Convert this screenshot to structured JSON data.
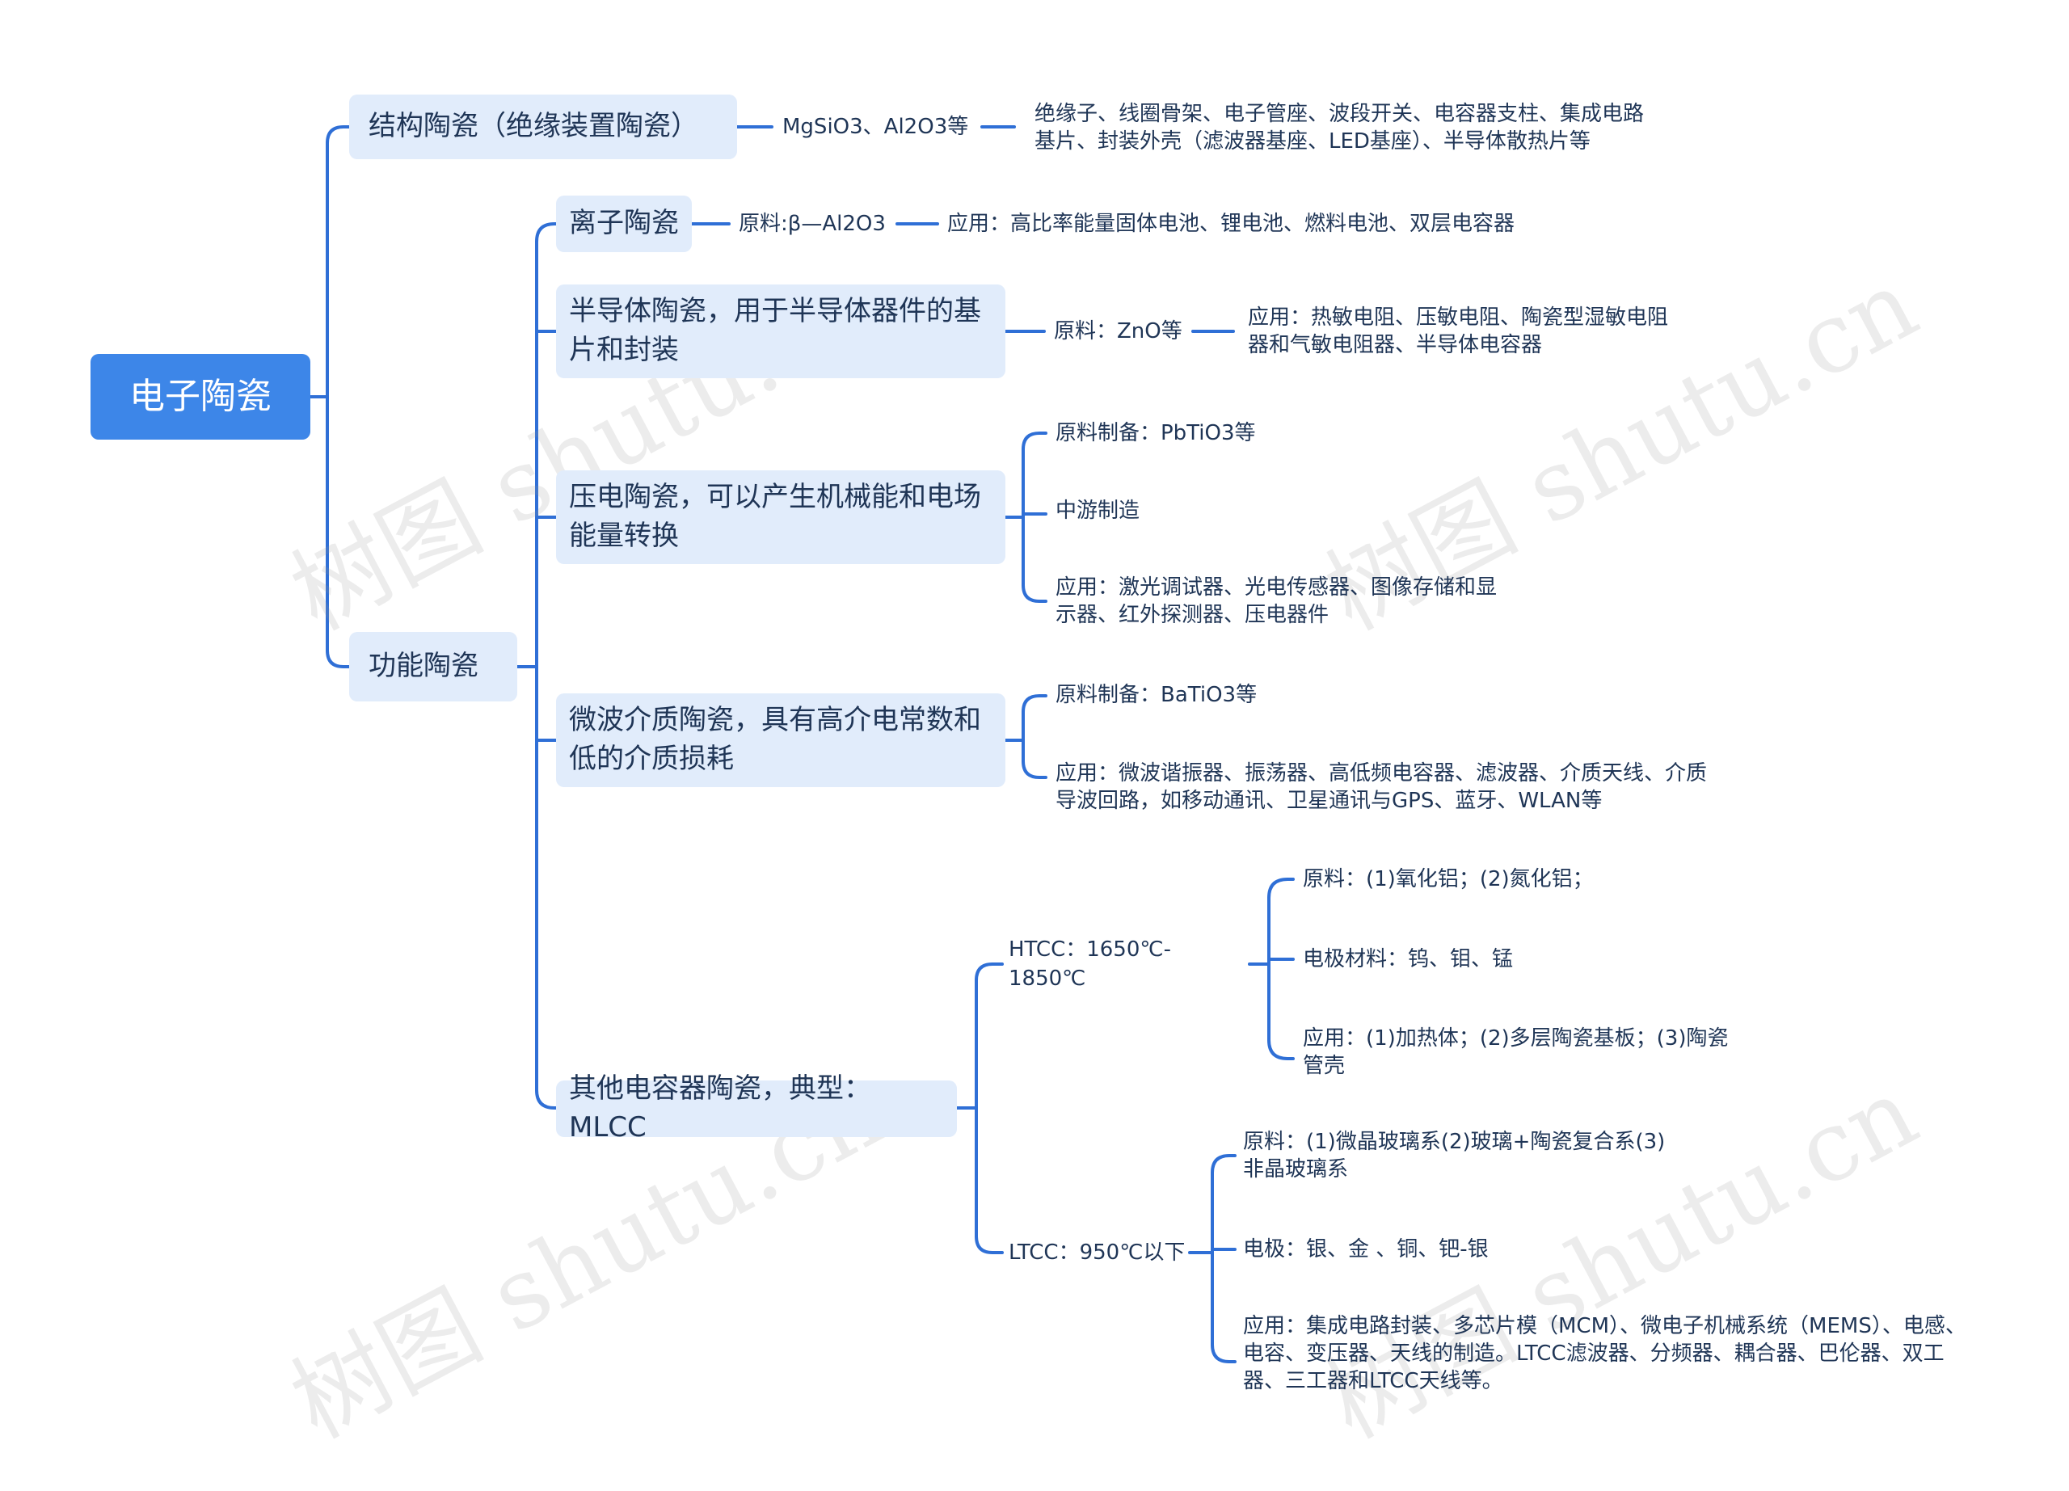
{
  "root": {
    "label": "电子陶瓷"
  },
  "structural": {
    "label": "结构陶瓷（绝缘装置陶瓷）",
    "material": "MgSiO3、Al2O3等",
    "application": "绝缘子、线圈骨架、电子管座、波段开关、电容器支柱、集成电路基片、封装外壳（滤波器基座、LED基座）、半导体散热片等"
  },
  "functional": {
    "label": "功能陶瓷",
    "ionic": {
      "label": "离子陶瓷",
      "material": "原料:β—Al2O3",
      "application": "应用：高比率能量固体电池、锂电池、燃料电池、双层电容器"
    },
    "semiconductor": {
      "label": "半导体陶瓷，用于半导体器件的基片和封装",
      "material": "原料：ZnO等",
      "application": "应用：热敏电阻、压敏电阻、陶瓷型湿敏电阻器和气敏电阻器、半导体电容器"
    },
    "piezo": {
      "label": "压电陶瓷，可以产生机械能和电场能量转换",
      "material": "原料制备：PbTiO3等",
      "midstream": "中游制造",
      "application": "应用：激光调试器、光电传感器、图像存储和显示器、红外探测器、压电器件"
    },
    "microwave": {
      "label": "微波介质陶瓷，具有高介电常数和低的介质损耗",
      "material": "原料制备：BaTiO3等",
      "application": "应用：微波谐振器、振荡器、高低频电容器、滤波器、介质天线、介质导波回路，如移动通讯、卫星通讯与GPS、蓝牙、WLAN等"
    },
    "mlcc": {
      "label": "其他电容器陶瓷，典型：MLCC",
      "htcc": {
        "label": "HTCC：1650℃- 1850℃",
        "material": "原料：(1)氧化铝；(2)氮化铝；",
        "electrode": "电极材料：钨、钼、锰",
        "application": "应用：(1)加热体；(2)多层陶瓷基板；(3)陶瓷管壳"
      },
      "ltcc": {
        "label": "LTCC：950℃以下",
        "material": "原料：(1)微晶玻璃系(2)玻璃+陶瓷复合系(3)非晶玻璃系",
        "electrode": "电极：银、金 、铜、钯-银",
        "application": "应用：集成电路封装、多芯片模（MCM）、微电子机械系统（MEMS）、电感、电容、变压器、天线的制造。LTCC滤波器、分频器、耦合器、巴伦器、双工器、三工器和LTCC天线等。"
      }
    }
  },
  "watermark": {
    "text": "树图 shutu.cn"
  },
  "colors": {
    "root": "#3d86e8",
    "node_fill": "#e1ecfb",
    "connector": "#2f6fd6",
    "text": "#1f3556"
  }
}
